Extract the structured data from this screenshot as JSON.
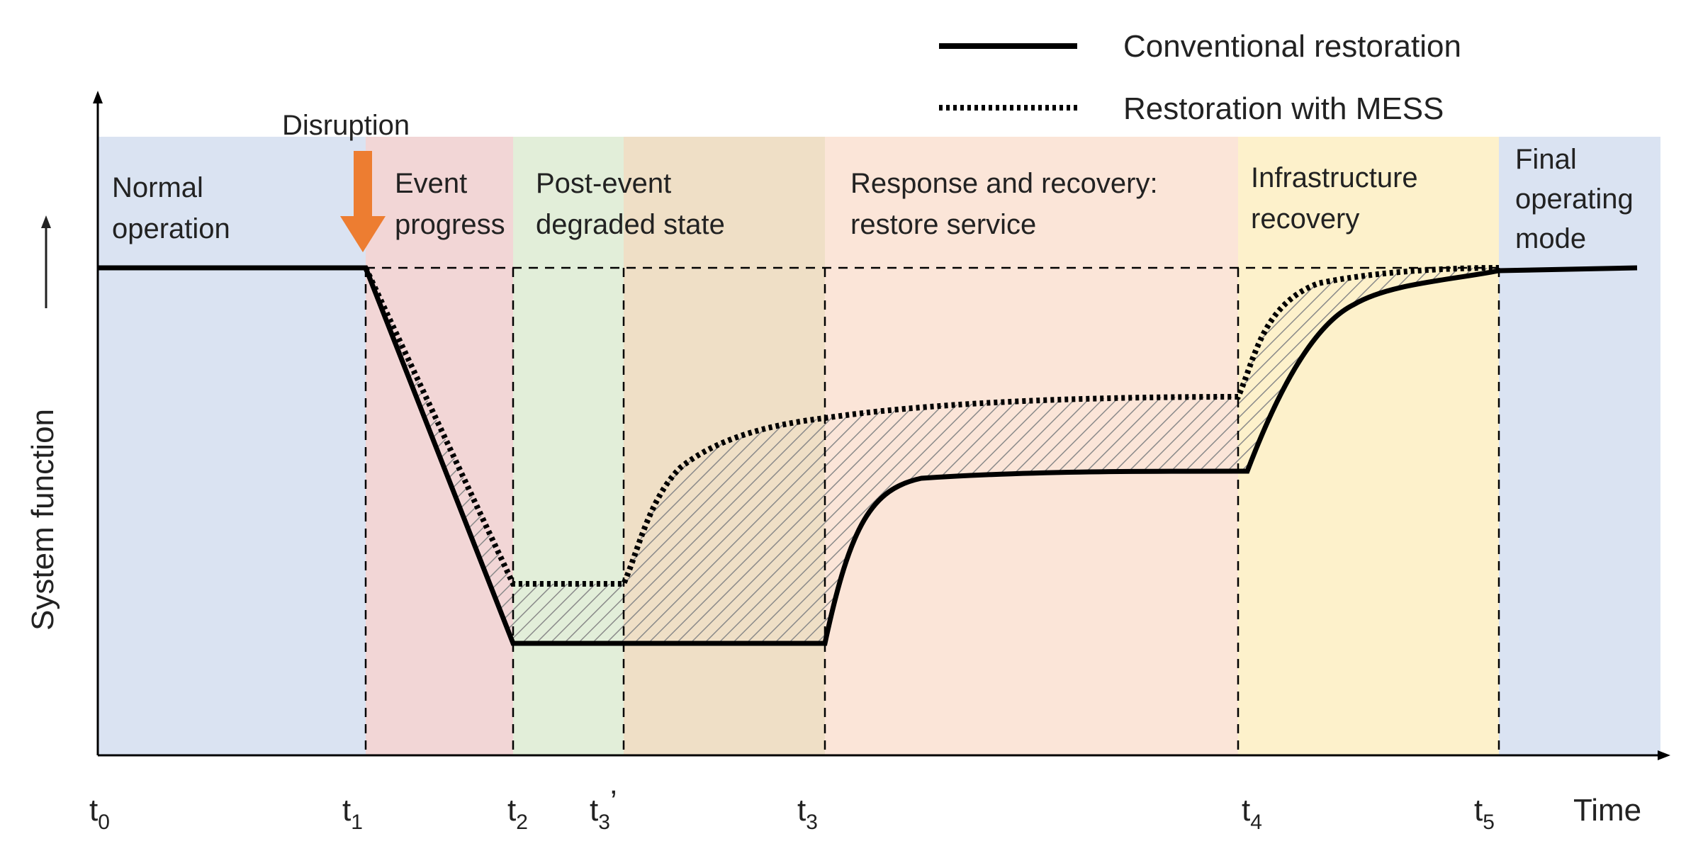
{
  "legend": {
    "conventional": "Conventional restoration",
    "mess": "Restoration with MESS"
  },
  "axis": {
    "x_title": "Time",
    "y_title": "System function"
  },
  "annotation": {
    "disruption": "Disruption"
  },
  "phases": [
    {
      "id": "normal",
      "lines": [
        "Normal",
        "operation"
      ],
      "color": "#dae3f2"
    },
    {
      "id": "event",
      "lines": [
        "Event",
        "progress"
      ],
      "color": "#f2d6d6"
    },
    {
      "id": "post-event",
      "lines": [
        "Post-event",
        "degraded state"
      ],
      "color": "#e2eed9"
    },
    {
      "id": "post-event-2",
      "lines": [],
      "color": "#efdfc6"
    },
    {
      "id": "response",
      "lines": [
        "Response and recovery:",
        "restore service"
      ],
      "color": "#fbe5d8"
    },
    {
      "id": "infrastructure",
      "lines": [
        "Infrastructure",
        "recovery"
      ],
      "color": "#fdf1cb"
    },
    {
      "id": "final",
      "lines": [
        "Final",
        "operating",
        "mode"
      ],
      "color": "#dae3f2"
    }
  ],
  "ticks": [
    {
      "base": "t",
      "sub": "0",
      "sup": ""
    },
    {
      "base": "t",
      "sub": "1",
      "sup": ""
    },
    {
      "base": "t",
      "sub": "2",
      "sup": ""
    },
    {
      "base": "t",
      "sub": "3",
      "sup": "’"
    },
    {
      "base": "t",
      "sub": "3",
      "sup": ""
    },
    {
      "base": "t",
      "sub": "4",
      "sup": ""
    },
    {
      "base": "t",
      "sub": "5",
      "sup": ""
    }
  ],
  "colors": {
    "arrow": "#ed7d31",
    "line": "#000000",
    "hatch": "#888888"
  }
}
